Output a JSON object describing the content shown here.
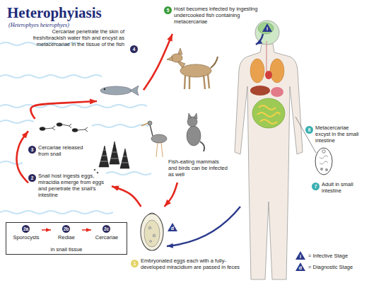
{
  "diagram": {
    "title": "Heterophyiasis",
    "nodes": [
      {
        "text": [
          "1",
          "Embryonated eggs each with a fully-developed miracidium are passed in feces"
        ]
      },
      {
        "text": [
          "2",
          "Snail host ingests eggs, miracidia emerge from eggs and penetrate the snail's intestine"
        ]
      },
      {
        "text": [
          "3",
          "Cercariae released from snail"
        ]
      },
      {
        "text": [
          "4",
          "Cercariae penetrate the skin of fresh/brackish water fish and encyst as metacercariae in the tissue of the fish"
        ]
      },
      {
        "text": [
          "5",
          "Host becomes infected by ingesting undercooked fish containing metacercariae"
        ]
      },
      {
        "text": [
          "6",
          "Metacercariae excyst in the small intestine"
        ]
      },
      {
        "text": [
          "7",
          "Adult in small intestine"
        ]
      },
      {
        "text": [
          "Fish-eating mammals and birds can be infected as well"
        ]
      },
      {
        "text": [
          "in snail tissue"
        ]
      },
      {
        "text": [
          "2a",
          "Sporocysts"
        ],
        "in": 8
      },
      {
        "text": [
          "2b",
          "Rediae"
        ],
        "in": 8
      },
      {
        "text": [
          "2c",
          "Cercariae"
        ],
        "in": 8
      }
    ],
    "edges": [
      {
        "from": 0,
        "to": 1,
        "arrow": "to"
      },
      {
        "from": 1,
        "to": 2,
        "arrow": "to"
      },
      {
        "from": 2,
        "to": 3,
        "arrow": "to"
      },
      {
        "from": 3,
        "to": 4,
        "arrow": "to"
      },
      {
        "from": 7,
        "to": 0,
        "arrow": "to"
      },
      {
        "from": 9,
        "to": 10,
        "arrow": "to"
      },
      {
        "from": 10,
        "to": 11,
        "arrow": "to"
      }
    ],
    "labels": [
      "(Heterophyes heterophyes)",
      "i",
      "d",
      "i",
      "d"
    ],
    "legend": [
      {
        "text": "= Infective Stage"
      },
      {
        "text": "= Diagnostic Stage"
      }
    ]
  }
}
